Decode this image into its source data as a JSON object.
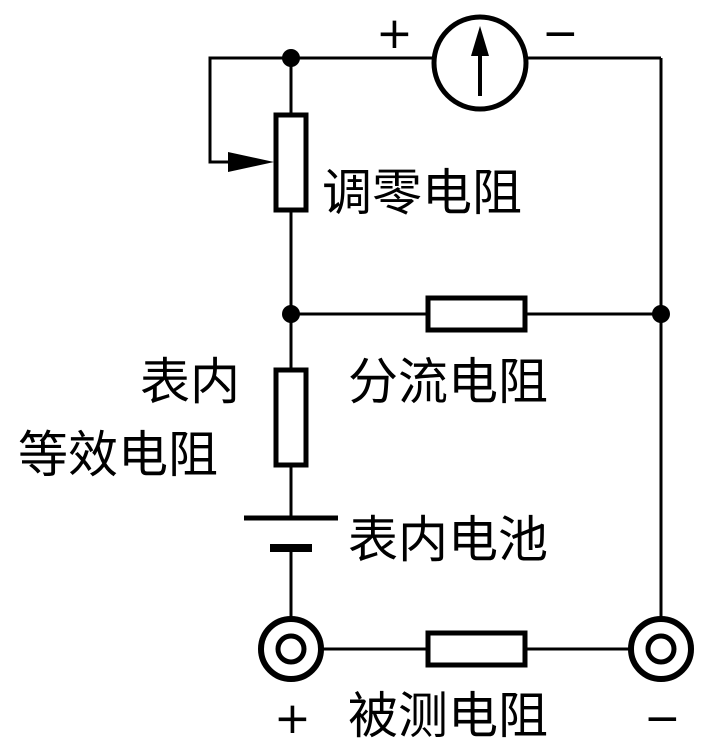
{
  "labels": {
    "zero_adjust_resistor": "调零电阻",
    "shunt_resistor": "分流电阻",
    "internal_equiv_line1": "表内",
    "internal_equiv_line2": "等效电阻",
    "internal_battery": "表内电池",
    "measured_resistor": "被测电阻"
  },
  "signs": {
    "meter_plus": "+",
    "meter_minus": "−",
    "terminal_plus": "+",
    "terminal_minus": "−"
  }
}
